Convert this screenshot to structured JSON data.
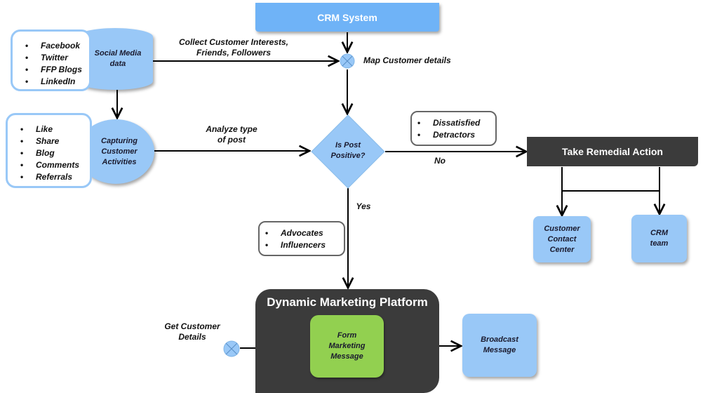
{
  "crm_system": {
    "label": "CRM System"
  },
  "social_media": {
    "label_line1": "Social Media",
    "label_line2": "data",
    "sources": [
      "Facebook",
      "Twitter",
      "FFP Blogs",
      "LinkedIn"
    ]
  },
  "capturing": {
    "label_line1": "Capturing",
    "label_line2": "Customer",
    "label_line3": "Activities",
    "activities": [
      "Like",
      "Share",
      "Blog",
      "Comments",
      "Referrals"
    ]
  },
  "edges": {
    "collect_line1": "Collect Customer Interests,",
    "collect_line2": "Friends, Followers",
    "analyze_line1": "Analyze type",
    "analyze_line2": "of post",
    "no": "No",
    "yes": "Yes",
    "get_details_line1": "Get Customer",
    "get_details_line2": "Details"
  },
  "map_customer": {
    "label": "Map Customer details"
  },
  "decision": {
    "label_line1": "Is Post",
    "label_line2": "Positive?"
  },
  "negative_types": [
    "Dissatisfied",
    "Detractors"
  ],
  "positive_types": [
    "Advocates",
    "Influencers"
  ],
  "remedial": {
    "label": "Take Remedial Action",
    "contact_center_line1": "Customer",
    "contact_center_line2": "Contact",
    "contact_center_line3": "Center",
    "crm_team_line1": "CRM",
    "crm_team_line2": "team"
  },
  "platform": {
    "label": "Dynamic Marketing Platform",
    "form_line1": "Form",
    "form_line2": "Marketing",
    "form_line3": "Message"
  },
  "broadcast": {
    "label_line1": "Broadcast",
    "label_line2": "Message"
  },
  "colors": {
    "node_blue": "#99c8f7",
    "header_blue": "#6fb3f7",
    "dark": "#3b3b3b",
    "green": "#92d050"
  }
}
